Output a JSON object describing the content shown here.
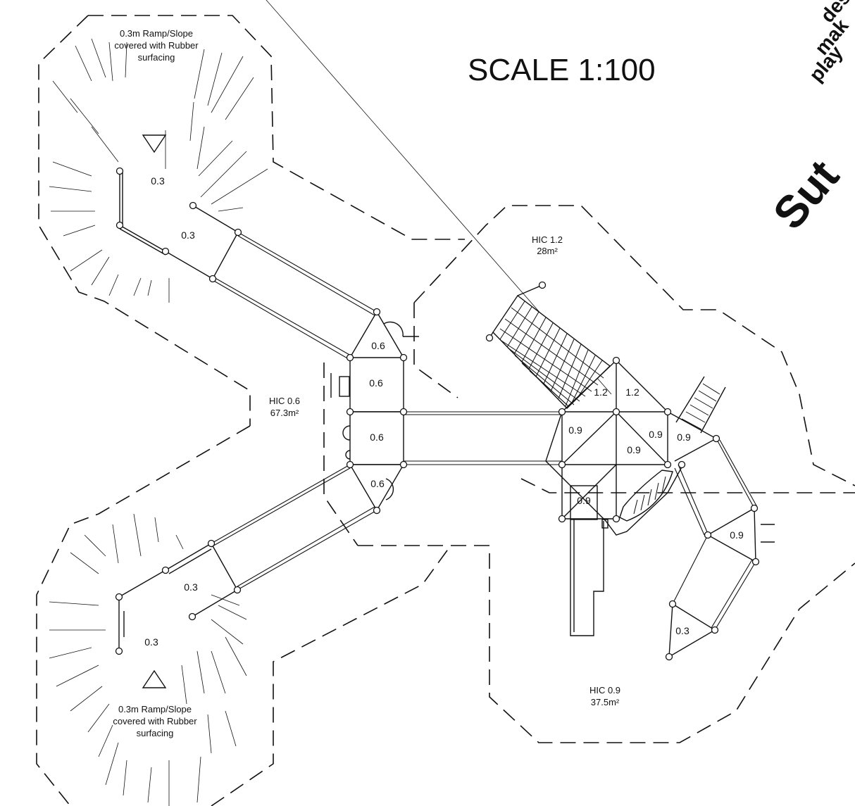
{
  "drawing": {
    "scale": "SCALE 1:100",
    "zones": {
      "hic_06": {
        "title": "HIC 0.6",
        "area": "67.3m²"
      },
      "hic_12": {
        "title": "HIC 1.2",
        "area": "28m²"
      },
      "hic_09": {
        "title": "HIC 0.9",
        "area": "37.5m²"
      }
    },
    "ramp_note": {
      "line1": "0.3m Ramp/Slope",
      "line2": "covered with Rubber",
      "line3": "surfacing"
    },
    "heights": {
      "upper_a": "0.3",
      "upper_b": "0.3",
      "lower_a": "0.3",
      "lower_b": "0.3",
      "deck_1": "0.6",
      "deck_2": "0.6",
      "deck_3": "0.6",
      "deck_4": "0.6",
      "tower_a": "1.2",
      "tower_b": "1.2",
      "tower_c": "0.9",
      "tower_d": "0.9",
      "tower_e": "0.9",
      "tower_f": "0.9",
      "tower_g": "0.9",
      "right_deck": "0.9",
      "triangle": "0.3"
    },
    "logo": {
      "line1": "des",
      "line2": "mak",
      "line3": "play",
      "brand": "Sut"
    }
  }
}
